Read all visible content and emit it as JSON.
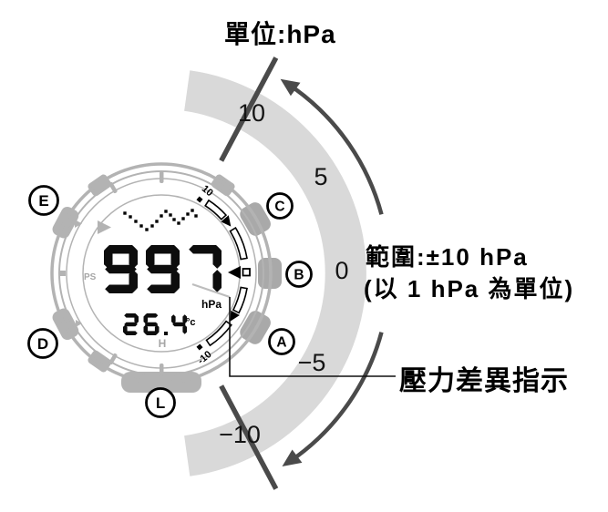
{
  "labels": {
    "unit": "單位:hPa",
    "range_line1": "範圍:±10 hPa",
    "range_line2": "(以 1 hPa 為單位)",
    "callout": "壓力差異指示"
  },
  "arc": {
    "band_color": "#d9d9d9",
    "arrow_color": "#4a4a4a",
    "ticks": [
      "10",
      "5",
      "0",
      "−5",
      "−10"
    ]
  },
  "watch": {
    "buttons": [
      {
        "label": "E"
      },
      {
        "label": "C"
      },
      {
        "label": "B"
      },
      {
        "label": "A"
      },
      {
        "label": "D"
      },
      {
        "label": "L"
      }
    ],
    "display": {
      "pressure": "997",
      "pressure_unit": "hPa",
      "temperature": "26.4",
      "temperature_unit": "°c",
      "history_indicator": "H",
      "ps_indicator": "PS",
      "scale_top_label": "10",
      "scale_bottom_label": "-10",
      "graph_points": [
        [
          137,
          234
        ],
        [
          143,
          238
        ],
        [
          149,
          243
        ],
        [
          155,
          248
        ],
        [
          161,
          252
        ],
        [
          167,
          248
        ],
        [
          172,
          243
        ],
        [
          177,
          237
        ],
        [
          182,
          232
        ],
        [
          187,
          236
        ],
        [
          191,
          241
        ],
        [
          196,
          245
        ],
        [
          201,
          240
        ],
        [
          206,
          235
        ],
        [
          211,
          231
        ],
        [
          215,
          237
        ]
      ]
    }
  }
}
